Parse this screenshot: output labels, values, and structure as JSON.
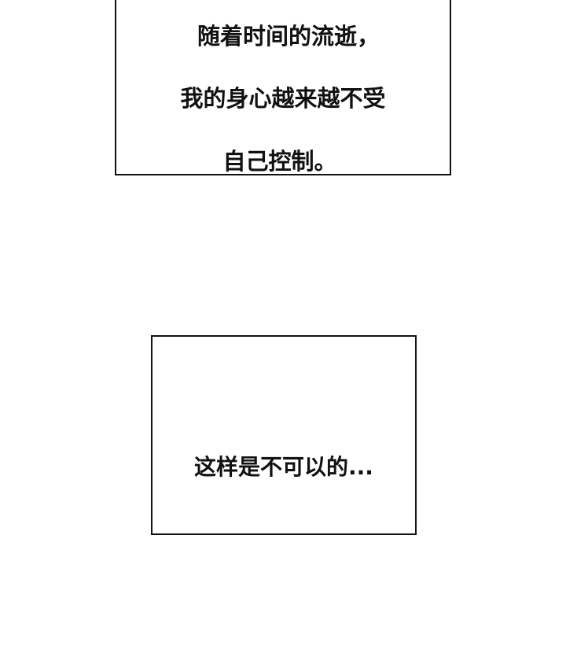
{
  "panels": [
    {
      "lines": [
        "随着时间的流逝，",
        "我的身心越来越不受",
        "自己控制。"
      ]
    },
    {
      "lines": [
        "这样是不可以的..."
      ]
    }
  ],
  "colors": {
    "background": "#ffffff",
    "border": "#111111",
    "text": "#111111"
  }
}
